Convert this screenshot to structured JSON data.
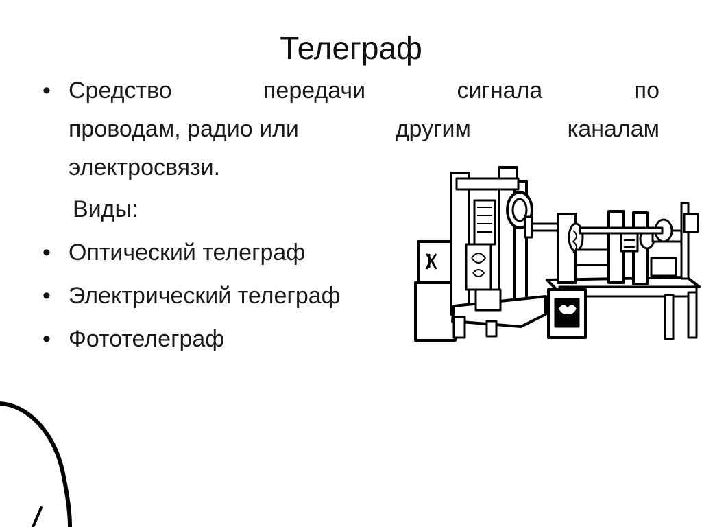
{
  "slide": {
    "title": "Телеграф",
    "definition": {
      "line1": [
        "Средство",
        "передачи",
        "сигнала",
        "по"
      ],
      "line2": [
        "проводам, радио или",
        "другим",
        "каналам"
      ],
      "line3": "электросвязи."
    },
    "types_label": "Виды:",
    "bullet_symbol": "•",
    "bullets": [
      "Оптический телеграф",
      "Электрический телеграф",
      "Фототелеграф"
    ]
  },
  "illustration": {
    "icon": "telegraph-apparatus-drawing"
  },
  "colors": {
    "background": "#ffffff",
    "text": "#1a1a1a",
    "line_art": "#000000"
  }
}
